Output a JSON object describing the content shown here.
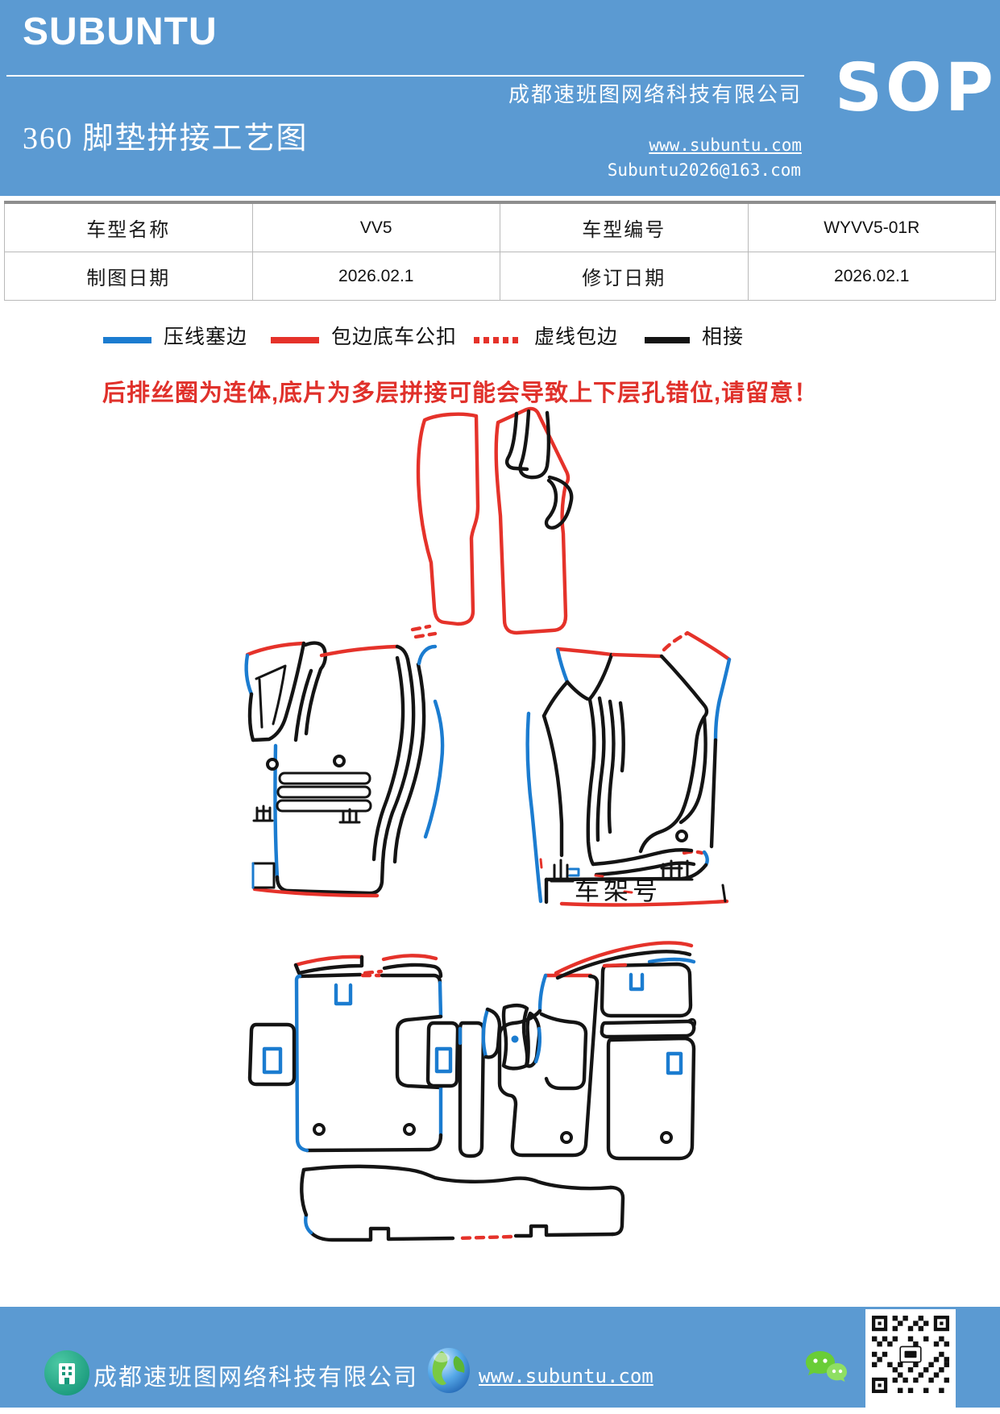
{
  "header": {
    "brand": "SUBUNTU",
    "title": "360 脚垫拼接工艺图",
    "company": "成都速班图网络科技有限公司",
    "badge": "SOP",
    "website": "www.subuntu.com",
    "email": "Subuntu2026@163.com"
  },
  "info_table": {
    "rows": [
      [
        "车型名称",
        "VV5",
        "车型编号",
        "WYVV5-01R"
      ],
      [
        "制图日期",
        "2026.02.1",
        "修订日期",
        "2026.02.1"
      ]
    ]
  },
  "legend": {
    "items": [
      {
        "label": "压线塞边",
        "color": "#1b7cd0",
        "style": "solid"
      },
      {
        "label": "包边底车公扣",
        "color": "#e5322a",
        "style": "solid"
      },
      {
        "label": "虚线包边",
        "color": "#e5322a",
        "style": "dotted"
      },
      {
        "label": "相接",
        "color": "#141414",
        "style": "solid"
      }
    ]
  },
  "warning": {
    "text": "后排丝圈为连体,底片为多层拼接可能会导致上下层孔错位,请留意！"
  },
  "diagram": {
    "frame_label": "车架号"
  },
  "footer": {
    "company": "成都速班图网络科技有限公司",
    "website": "www.subuntu.com"
  },
  "colors": {
    "accent_blue": "#5b9ad2",
    "line_blue": "#1b7cd0",
    "line_red": "#e5322a",
    "line_black": "#141414",
    "warning_red": "#e0312b"
  },
  "icons": [
    "building-icon",
    "globe-icon",
    "wechat-icon",
    "qr-code-icon"
  ]
}
